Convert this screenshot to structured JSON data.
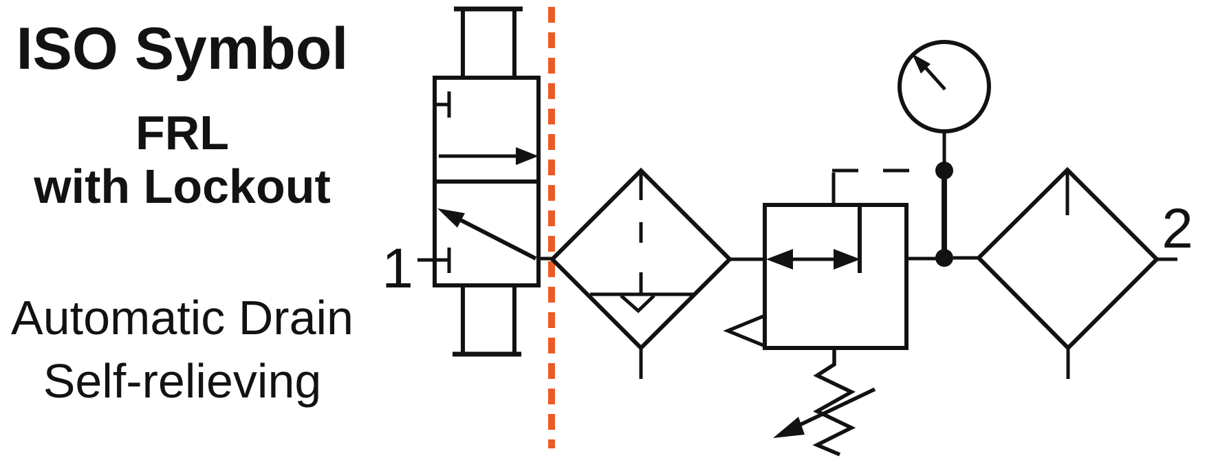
{
  "heading": {
    "title": "ISO Symbol",
    "subtitle_line1": "FRL",
    "subtitle_line2": "with Lockout"
  },
  "notes": {
    "line1": "Automatic Drain",
    "line2": "Self-relieving"
  },
  "ports": {
    "inlet_label": "1",
    "outlet_label": "2"
  },
  "colors": {
    "line": "#121212",
    "boundary_dash": "#EB5B28",
    "background": "#FFFFFF"
  },
  "components": {
    "lockout_valve": "lockout-valve",
    "boundary": "dashed-boundary-line",
    "filter": "filter-with-automatic-drain",
    "regulator": "self-relieving-regulator",
    "gauge": "pressure-gauge",
    "lubricator": "lubricator"
  }
}
